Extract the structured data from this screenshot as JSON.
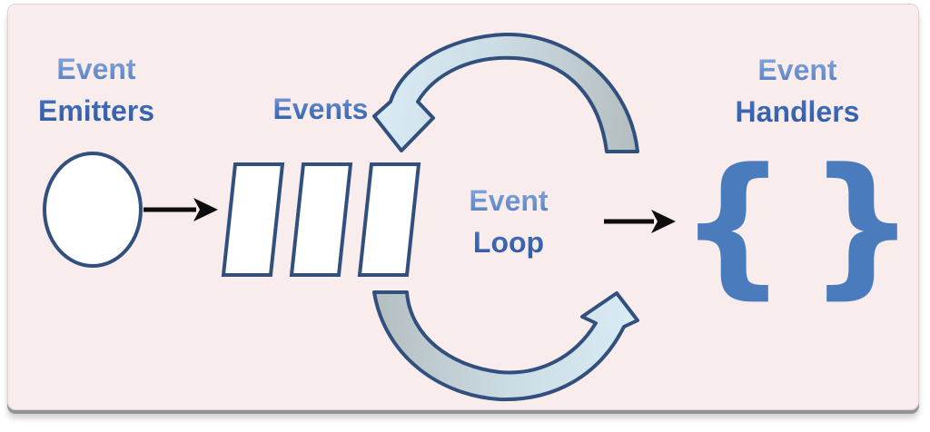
{
  "colors": {
    "page_bg": "#ffffff",
    "card_bg": "#f9ecec",
    "card_edge_gray": "#949494",
    "text_blue_top": "#87a9da",
    "text_blue_mid": "#4b77c0",
    "text_blue_bottom": "#2e5aa5",
    "stroke_navy": "#31507e",
    "arc_light_blue": "#d9ebf5",
    "arc_mid": "#ccdce4",
    "arc_gray": "#b3bdbf",
    "brace_blue": "#4a7cbd",
    "arrow_black": "#0d0d0d",
    "shape_fill": "#ffffff"
  },
  "emitters": {
    "label_line1": "Event",
    "label_line2": "Emitters"
  },
  "queue": {
    "label": "Events",
    "item_count": 3
  },
  "loop": {
    "label_line1": "Event",
    "label_line2": "Loop"
  },
  "handlers": {
    "label_line1": "Event",
    "label_line2": "Handlers",
    "brace_open": "{",
    "brace_close": "}"
  }
}
